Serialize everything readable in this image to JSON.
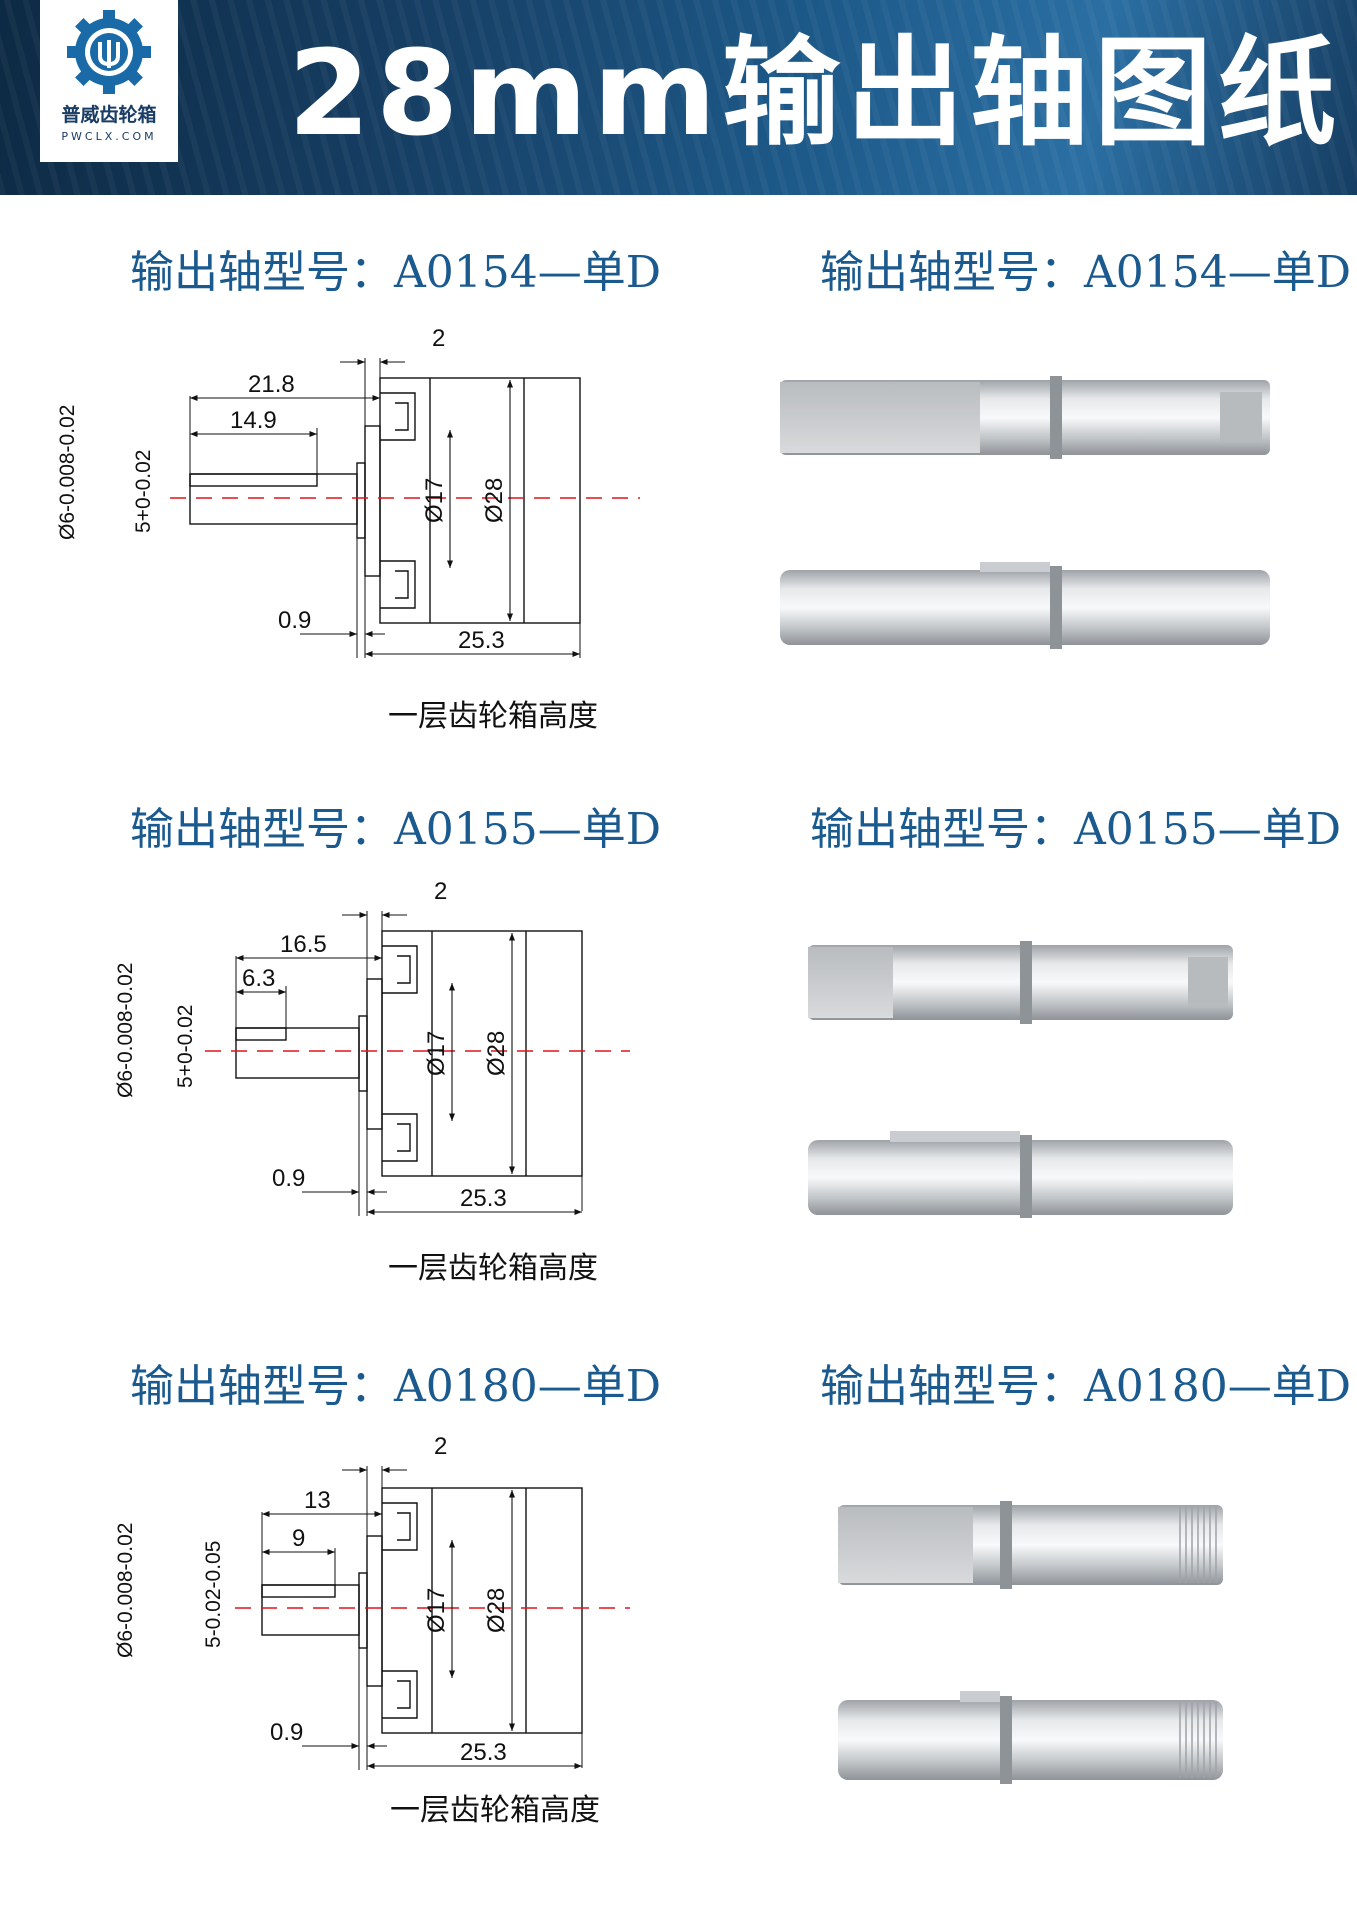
{
  "logo": {
    "name_cn": "普威齿轮箱",
    "domain": "PWCLX.COM"
  },
  "title": "28mm输出轴图纸",
  "sections": [
    {
      "left_title": "输出轴型号：A0154—单D",
      "right_title": "输出轴型号：A0154—单D",
      "dims": {
        "top_gap": "2",
        "overall": "21.8",
        "d_flat": "14.9",
        "shaft_tol": "Ø6-0.008-0.02",
        "d_tol": "5+0-0.02",
        "bore": "Ø17",
        "outer": "Ø28",
        "flange": "0.9",
        "body": "25.3"
      },
      "caption": "一层齿轮箱高度"
    },
    {
      "left_title": "输出轴型号：A0155—单D",
      "right_title": "输出轴型号：A0155—单D",
      "dims": {
        "top_gap": "2",
        "overall": "16.5",
        "d_flat": "6.3",
        "shaft_tol": "Ø6-0.008-0.02",
        "d_tol": "5+0-0.02",
        "bore": "Ø17",
        "outer": "Ø28",
        "flange": "0.9",
        "body": "25.3"
      },
      "caption": "一层齿轮箱高度"
    },
    {
      "left_title": "输出轴型号：A0180—单D",
      "right_title": "输出轴型号：A0180—单D",
      "dims": {
        "top_gap": "2",
        "overall": "13",
        "d_flat": "9",
        "shaft_tol": "Ø6-0.008-0.02",
        "d_tol": "5-0.02-0.05",
        "bore": "Ø17",
        "outer": "Ø28",
        "flange": "0.9",
        "body": "25.3"
      },
      "caption": "一层齿轮箱高度"
    }
  ],
  "colors": {
    "header_dark": "#0d2a44",
    "title_blue": "#1a5a8e",
    "centerline_red": "#e0141a",
    "steel": "#c9ccd0"
  }
}
